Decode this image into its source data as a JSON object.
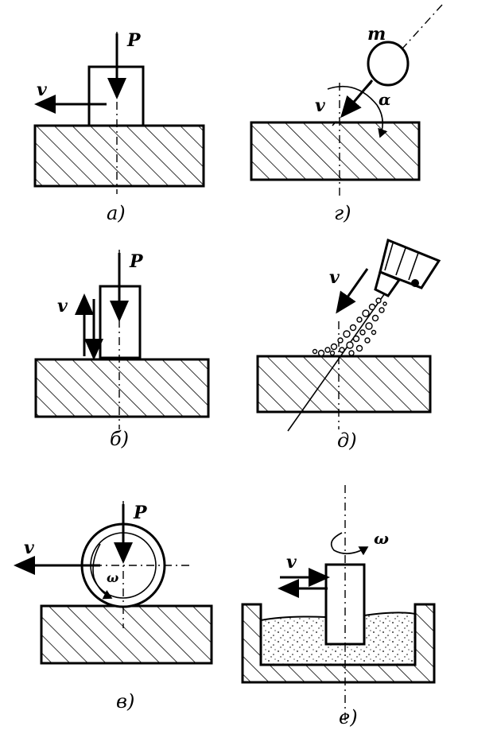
{
  "panels": {
    "a": {
      "caption": "а)",
      "force": "P",
      "velocity": "v"
    },
    "b": {
      "caption": "б)",
      "force": "P",
      "velocity": "v"
    },
    "v": {
      "caption": "в)",
      "force": "P",
      "velocity": "v",
      "angular": "ω"
    },
    "g": {
      "caption": "г)",
      "mass": "m",
      "velocity": "v",
      "angle": "α"
    },
    "d": {
      "caption": "д)",
      "velocity": "v"
    },
    "e": {
      "caption": "е)",
      "velocity": "v",
      "angular": "ω"
    }
  }
}
